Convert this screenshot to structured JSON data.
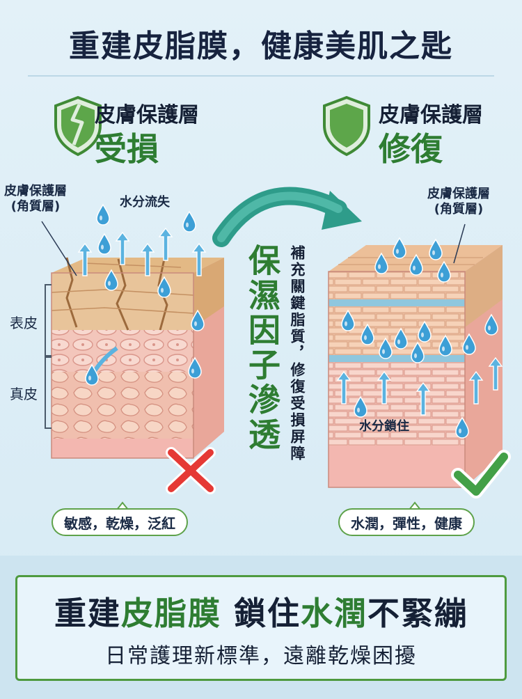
{
  "title": "重建皮脂膜，健康美肌之匙",
  "left": {
    "label_small": "皮膚保護層",
    "label_big": "受損",
    "annot_layer": [
      "皮膚保護層",
      "(角質層)"
    ],
    "annot_water": "水分流失",
    "side_epidermis": "表皮",
    "side_dermis": "真皮",
    "pill": "敏感，乾燥，泛紅"
  },
  "right": {
    "label_small": "皮膚保護層",
    "label_big": "修復",
    "annot_layer": [
      "皮膚保護層",
      "(角質層)"
    ],
    "annot_water": "水分鎖住",
    "pill": "水潤，彈性，健康"
  },
  "center": {
    "vertical_big": "保濕因子滲透",
    "vertical_small": "補充關鍵脂質，修復受損屏障"
  },
  "footer": {
    "main_parts": [
      {
        "text": "重建",
        "green": false
      },
      {
        "text": "皮脂膜",
        "green": true
      },
      {
        "text": " 鎖住",
        "green": false
      },
      {
        "text": "水潤",
        "green": true
      },
      {
        "text": "不緊繃",
        "green": false
      }
    ],
    "sub": "日常護理新標準，遠離乾燥困擾"
  },
  "colors": {
    "accent_green": "#2e7d32",
    "water_blue": "#3d9fd6",
    "skin_pink": "#f2b9b0",
    "stratum_tan": "#e8c49a",
    "cross_red": "#e53935",
    "check_green": "#43a047"
  }
}
